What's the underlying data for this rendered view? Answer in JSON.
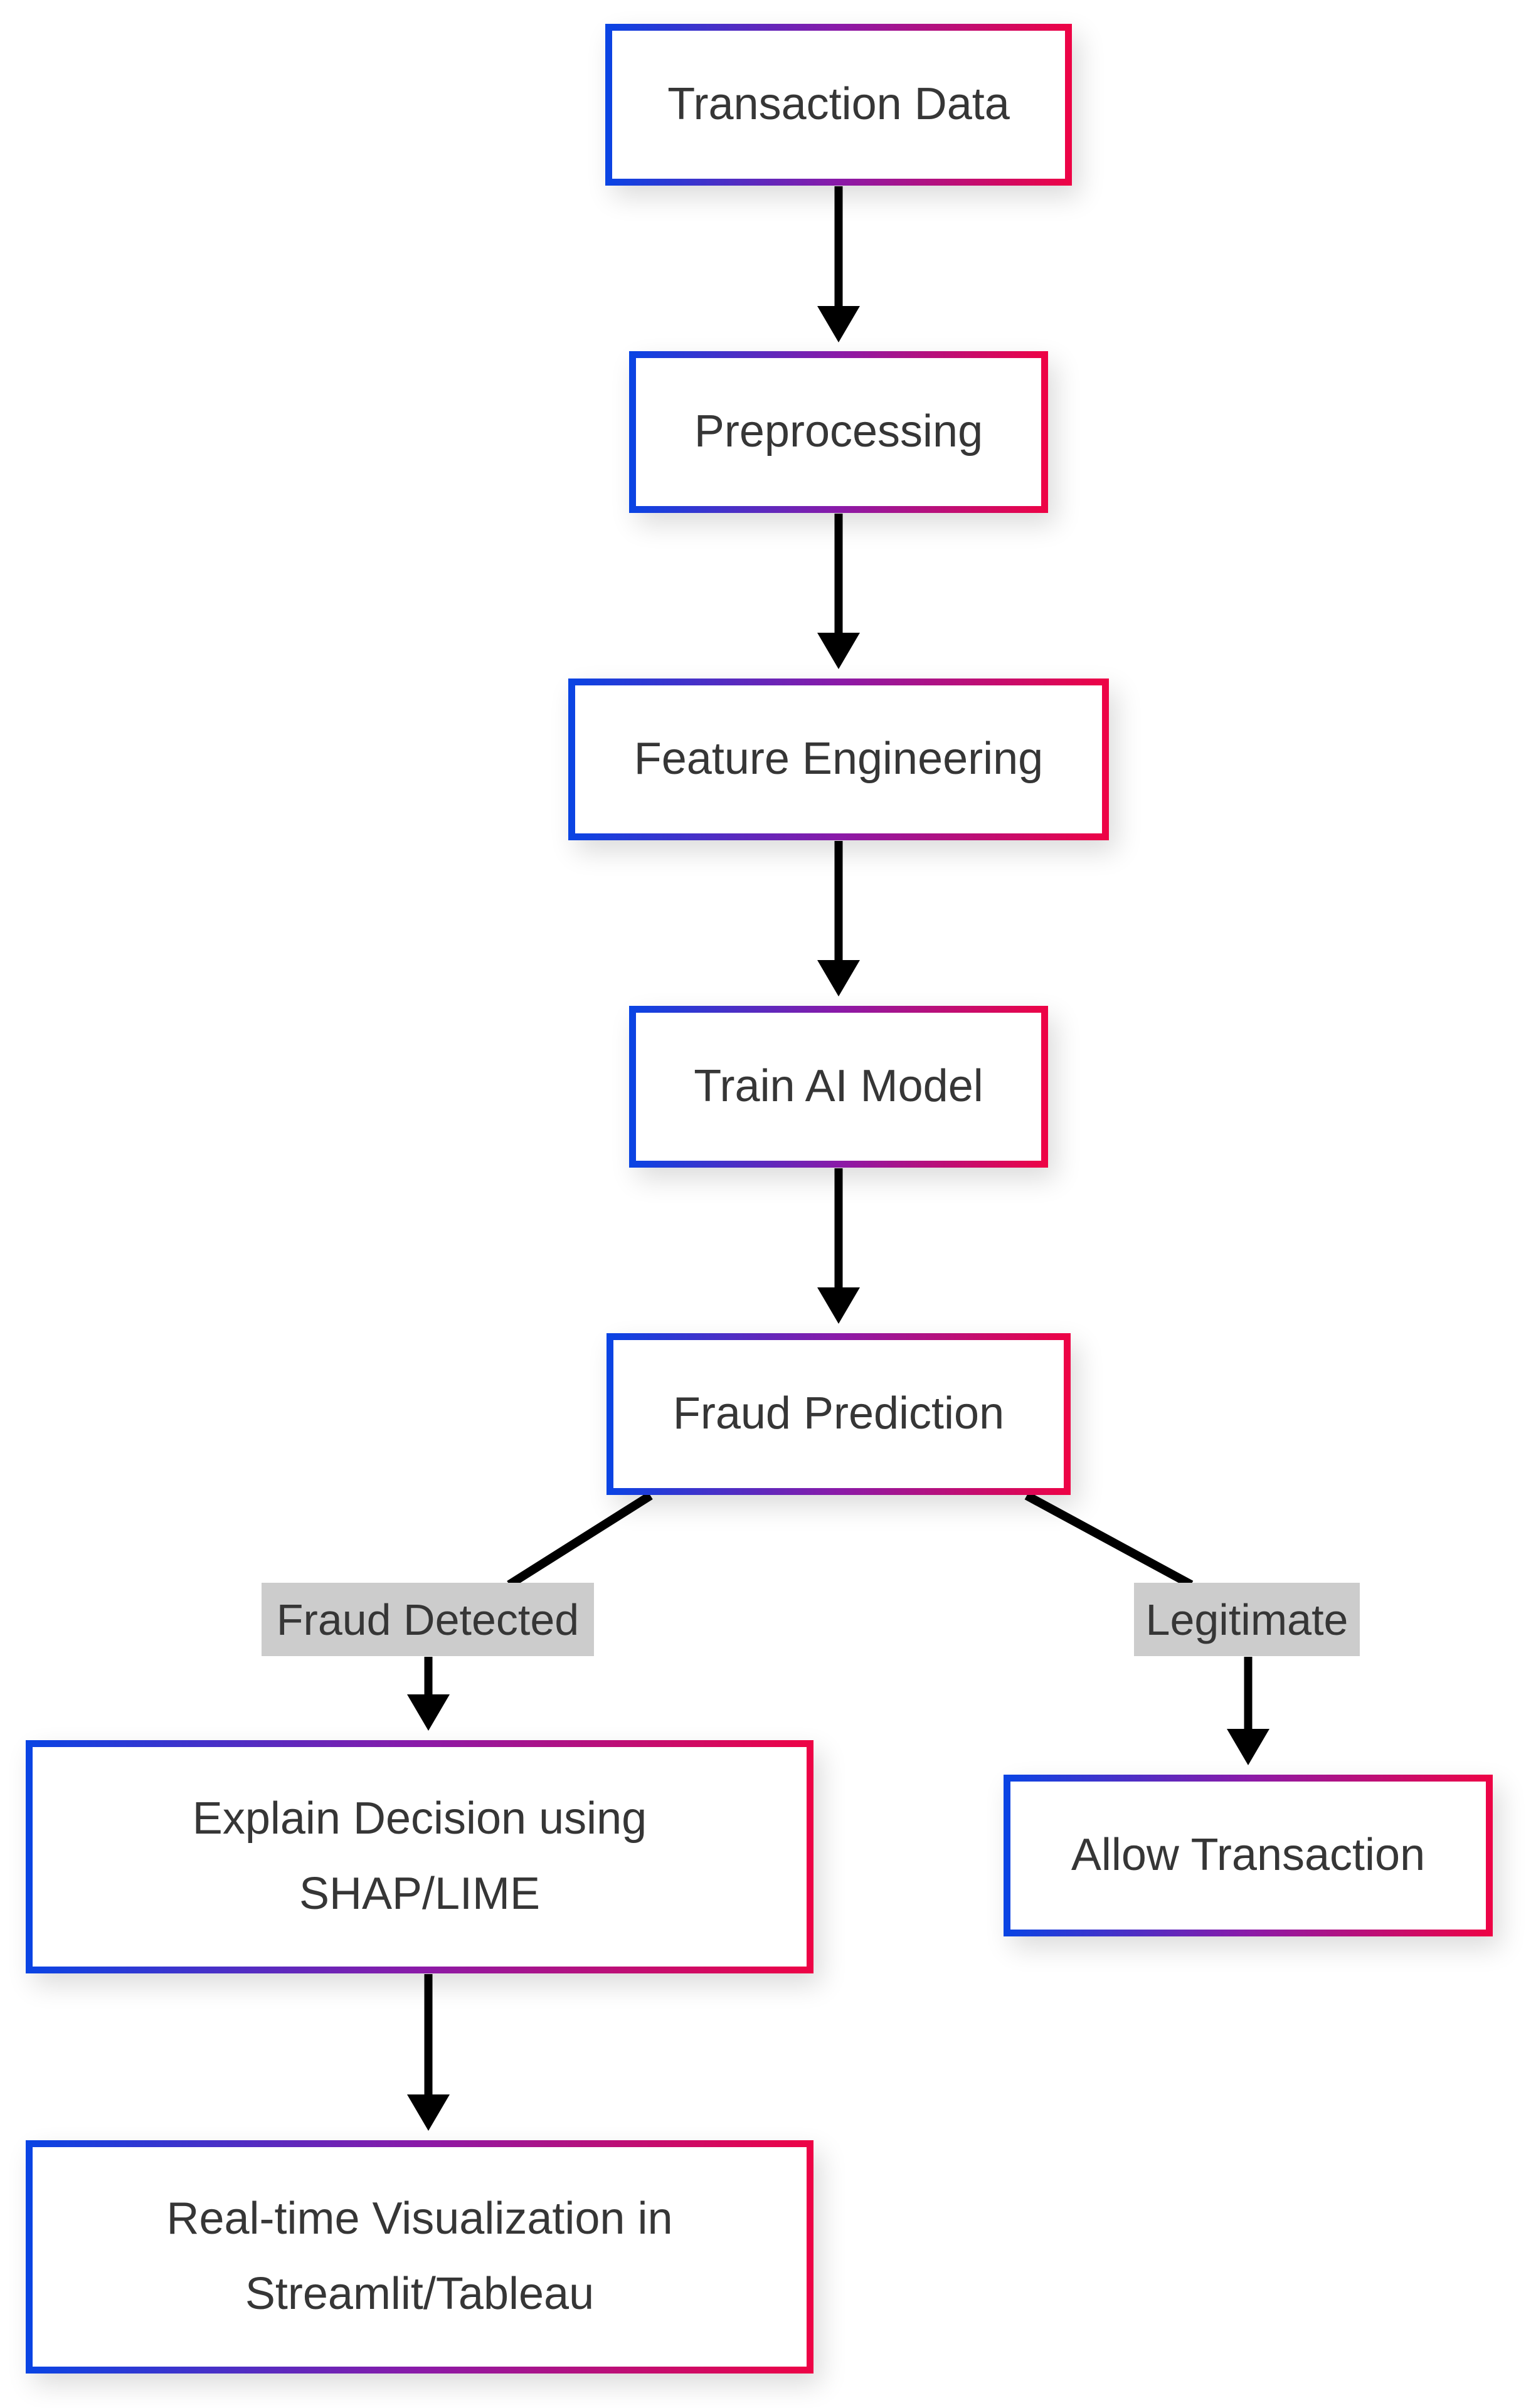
{
  "diagram": {
    "type": "flowchart",
    "nodes": [
      {
        "id": "transaction-data",
        "label": "Transaction Data"
      },
      {
        "id": "preprocessing",
        "label": "Preprocessing"
      },
      {
        "id": "feature-engineering",
        "label": "Feature Engineering"
      },
      {
        "id": "train-ai-model",
        "label": "Train AI Model"
      },
      {
        "id": "fraud-prediction",
        "label": "Fraud Prediction"
      },
      {
        "id": "explain-decision",
        "line1": "Explain Decision using",
        "line2": "SHAP/LIME"
      },
      {
        "id": "allow-transaction",
        "label": "Allow Transaction"
      },
      {
        "id": "realtime-visualization",
        "line1": "Real-time Visualization in",
        "line2": "Streamlit/Tableau"
      }
    ],
    "edges": [
      {
        "from": "transaction-data",
        "to": "preprocessing"
      },
      {
        "from": "preprocessing",
        "to": "feature-engineering"
      },
      {
        "from": "feature-engineering",
        "to": "train-ai-model"
      },
      {
        "from": "train-ai-model",
        "to": "fraud-prediction"
      },
      {
        "from": "fraud-prediction",
        "to": "explain-decision",
        "label": "Fraud Detected"
      },
      {
        "from": "fraud-prediction",
        "to": "allow-transaction",
        "label": "Legitimate"
      },
      {
        "from": "explain-decision",
        "to": "realtime-visualization"
      }
    ],
    "colors": {
      "page_bg": "#ffffff",
      "node_fill": "#ffffff",
      "gradient_start": "#0944E4",
      "gradient_mid": "#8A1AA8",
      "gradient_end": "#EE0345",
      "text": "#363636",
      "edge_label_bg": "#cccccc",
      "edge_stroke": "#000000"
    }
  }
}
